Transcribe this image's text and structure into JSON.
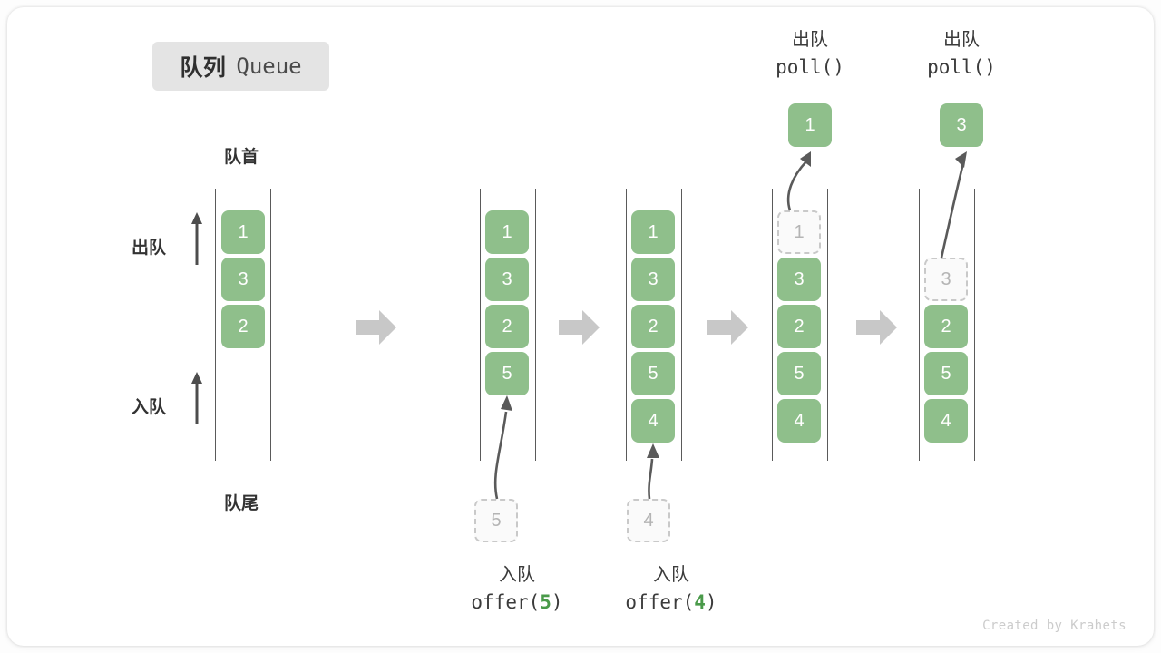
{
  "title": {
    "cn": "队列",
    "en": "Queue"
  },
  "labels": {
    "head": "队首",
    "tail": "队尾",
    "dequeue": "出队",
    "enqueue": "入队"
  },
  "credit": "Created by Krahets",
  "colors": {
    "cell_fill": "#8fbf8b",
    "cell_text": "#ffffff",
    "ghost_border": "#c9c9c9",
    "ghost_text": "#b4b4b4",
    "rail": "#5a5a5a",
    "step_arrow": "#c8c8c8",
    "accent_code_num": "#4a9a4a",
    "badge_bg": "#e4e4e4"
  },
  "top_ops": [
    {
      "cn": "出队",
      "code_pre": "poll(",
      "code_num": "",
      "code_post": ")"
    },
    {
      "cn": "出队",
      "code_pre": "poll(",
      "code_num": "",
      "code_post": ")"
    }
  ],
  "bottom_ops": [
    {
      "cn": "入队",
      "code_pre": "offer(",
      "code_num": "5",
      "code_post": ")"
    },
    {
      "cn": "入队",
      "code_pre": "offer(",
      "code_num": "4",
      "code_post": ")"
    }
  ],
  "columns": [
    {
      "id": "state-0",
      "cells": [
        {
          "value": "1",
          "state": "filled"
        },
        {
          "value": "3",
          "state": "filled"
        },
        {
          "value": "2",
          "state": "filled"
        }
      ]
    },
    {
      "id": "state-1-after-offer-5",
      "cells": [
        {
          "value": "1",
          "state": "filled"
        },
        {
          "value": "3",
          "state": "filled"
        },
        {
          "value": "2",
          "state": "filled"
        },
        {
          "value": "5",
          "state": "filled"
        }
      ],
      "incoming": {
        "value": "5",
        "state": "ghost"
      }
    },
    {
      "id": "state-2-after-offer-4",
      "cells": [
        {
          "value": "1",
          "state": "filled"
        },
        {
          "value": "3",
          "state": "filled"
        },
        {
          "value": "2",
          "state": "filled"
        },
        {
          "value": "5",
          "state": "filled"
        },
        {
          "value": "4",
          "state": "filled"
        }
      ],
      "incoming": {
        "value": "4",
        "state": "ghost"
      }
    },
    {
      "id": "state-3-after-poll-1",
      "cells": [
        {
          "value": "1",
          "state": "ghost"
        },
        {
          "value": "3",
          "state": "filled"
        },
        {
          "value": "2",
          "state": "filled"
        },
        {
          "value": "5",
          "state": "filled"
        },
        {
          "value": "4",
          "state": "filled"
        }
      ],
      "outgoing": {
        "value": "1",
        "state": "filled"
      }
    },
    {
      "id": "state-4-after-poll-3",
      "cells": [
        {
          "value": "3",
          "state": "ghost"
        },
        {
          "value": "2",
          "state": "filled"
        },
        {
          "value": "5",
          "state": "filled"
        },
        {
          "value": "4",
          "state": "filled"
        }
      ],
      "outgoing": {
        "value": "3",
        "state": "filled"
      }
    }
  ]
}
